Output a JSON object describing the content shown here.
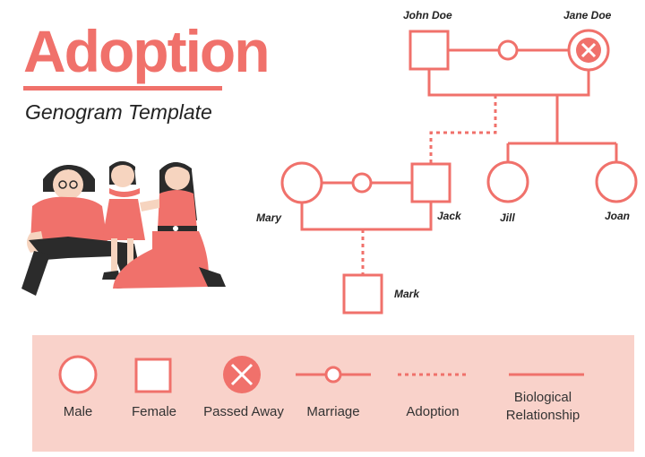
{
  "header": {
    "title": "Adoption",
    "subtitle": "Genogram Template"
  },
  "colors": {
    "accent": "#f0716b",
    "legend_background": "#f9d2ca",
    "text": "#222222"
  },
  "genogram": {
    "people": {
      "john": "John Doe",
      "jane": "Jane Doe",
      "mary": "Mary",
      "jack": "Jack",
      "jill": "Jill",
      "joan": "Joan",
      "mark": "Mark"
    }
  },
  "legend": {
    "items": [
      {
        "icon": "circle-icon",
        "label": "Male"
      },
      {
        "icon": "square-icon",
        "label": "Female"
      },
      {
        "icon": "crossed-circle-icon",
        "label": "Passed Away"
      },
      {
        "icon": "marriage-line-icon",
        "label": "Marriage"
      },
      {
        "icon": "dotted-line-icon",
        "label": "Adoption"
      },
      {
        "icon": "solid-line-icon",
        "label": "Biological Relationship"
      }
    ]
  }
}
